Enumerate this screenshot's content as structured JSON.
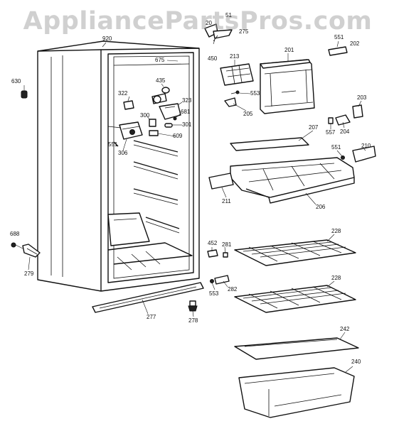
{
  "watermark": "AppliancePartsPros.com",
  "labels": {
    "l920": "920",
    "l630": "630",
    "l688": "688",
    "l279": "279",
    "l277": "277",
    "l278": "278",
    "l675": "675",
    "l435": "435",
    "l322": "322",
    "l323": "323",
    "l300": "300",
    "l681": "681",
    "l301": "301",
    "l609": "609",
    "l306": "306",
    "l551a": "551",
    "l20": "20",
    "l51": "51",
    "l275": "275",
    "l450": "450",
    "l213": "213",
    "l553a": "553",
    "l205": "205",
    "l201": "201",
    "l551b": "551",
    "l202": "202",
    "l203": "203",
    "l204": "204",
    "l557": "557",
    "l207": "207",
    "l551c": "551",
    "l210": "210",
    "l211": "211",
    "l206": "206",
    "l228a": "228",
    "l452": "452",
    "l281": "281",
    "l553b": "553",
    "l282": "282",
    "l228b": "228",
    "l242": "242",
    "l240": "240"
  },
  "colors": {
    "line": "#111111",
    "watermark": "#969696",
    "background": "#ffffff"
  }
}
